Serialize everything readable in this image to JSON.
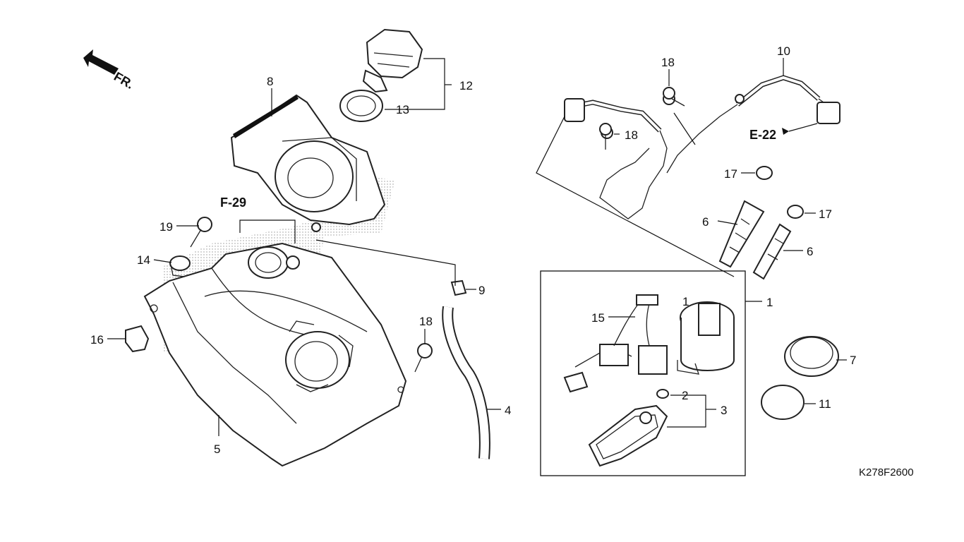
{
  "direction": {
    "label": "FR."
  },
  "refs": {
    "f29": "F-29",
    "e22": "E-22"
  },
  "diagram_code": "K278F2600",
  "callouts": {
    "c1": "1",
    "c2": "2",
    "c3": "3",
    "c4": "4",
    "c5": "5",
    "c6a": "6",
    "c6b": "6",
    "c7": "7",
    "c8": "8",
    "c9": "9",
    "c10": "10",
    "c11": "11",
    "c12": "12",
    "c13": "13",
    "c14": "14",
    "c15": "15",
    "c16": "16",
    "c17a": "17",
    "c17b": "17",
    "c18a": "18",
    "c18b": "18",
    "c18c": "18",
    "c19": "19"
  },
  "colors": {
    "ink": "#111111",
    "stipple": "#9a9a9a"
  }
}
